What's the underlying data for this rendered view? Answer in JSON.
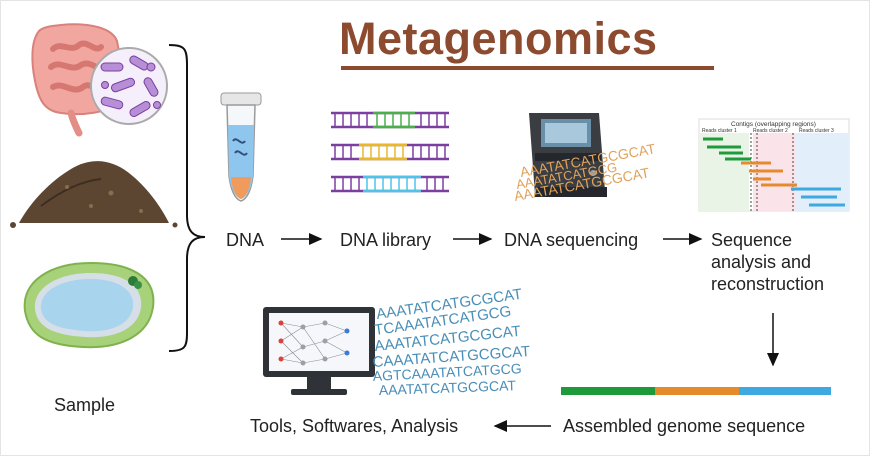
{
  "title": "Metagenomics",
  "sample_label": "Sample",
  "steps": {
    "dna": "DNA",
    "dna_library": "DNA library",
    "dna_sequencing": "DNA sequencing",
    "analysis": [
      "Sequence",
      "analysis and",
      "reconstruction"
    ],
    "assembled": "Assembled genome sequence",
    "tools": "Tools, Softwares, Analysis"
  },
  "contig_panel": {
    "title": "Contigs (overlapping regions)",
    "clusters": [
      "Reads cluster 1",
      "Reads cluster 2",
      "Reads cluster 3"
    ]
  },
  "sequence_text": {
    "sequencer_lines": [
      "AAATATCATGCGCAT",
      "AAATATCATGCG",
      "AAATATCATGCGCAT"
    ],
    "tools_lines": [
      "AAATATCATGCGCAT",
      "TCAAATATCATGCG",
      "AAATATCATGCGCAT",
      "CAAATATCATGCGCAT",
      "AGTCAAATATCATGCG",
      "AAATATCATGCGCAT"
    ]
  },
  "colors": {
    "title": "#8c4a2f",
    "green": "#1f9a3a",
    "orange": "#e68a2e",
    "blue": "#3ea8e0",
    "purple": "#7b3fa0",
    "yellow": "#e8b82a",
    "teal_text": "#4a8fb8",
    "orange_text": "#e0a25a"
  }
}
